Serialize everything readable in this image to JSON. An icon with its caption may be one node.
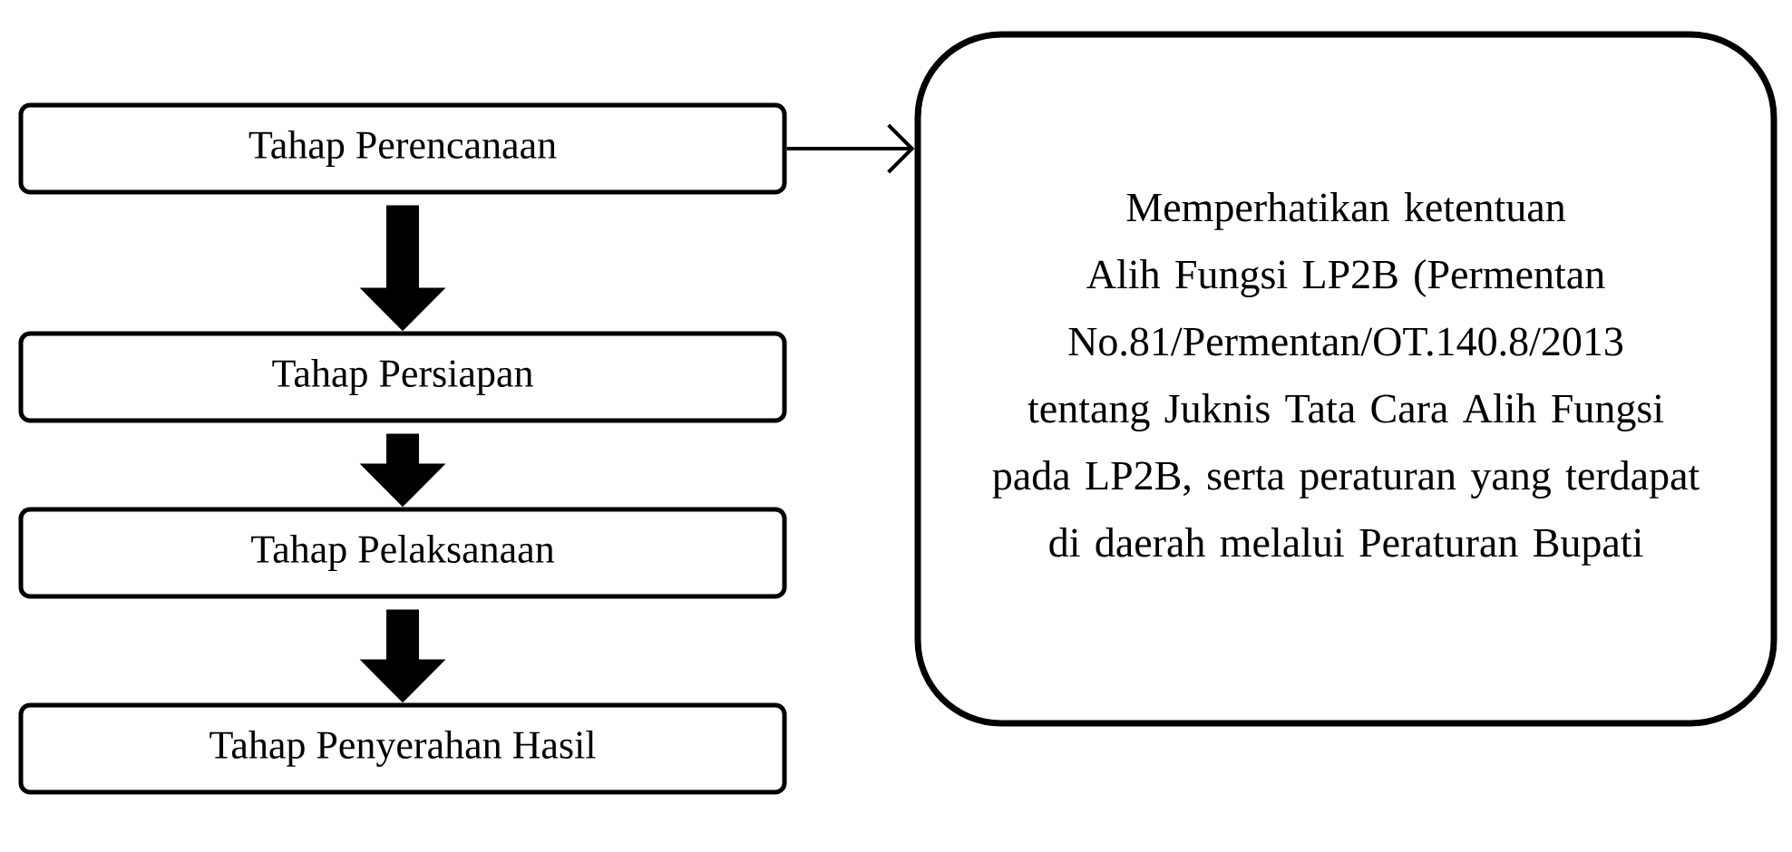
{
  "diagram": {
    "nodes": [
      {
        "text": [
          "Tahap Perencanaan"
        ]
      },
      {
        "text": [
          "Tahap Persiapan"
        ]
      },
      {
        "text": [
          "Tahap Pelaksanaan"
        ]
      },
      {
        "text": [
          "Tahap Penyerahan Hasil"
        ]
      },
      {
        "text": [
          "Memperhatikan ketentuan Alih Fungsi LP2B (Permentan No.81/Permentan/OT.140.8/2013 tentang Juknis Tata Cara Alih Fungsi pada LP2B, serta peraturan yang terdapat di daerah melalui Peraturan Bupati"
        ]
      }
    ],
    "edges": [
      {
        "from": 0,
        "to": 4,
        "arrow": "to"
      },
      {
        "from": 0,
        "to": 1,
        "arrow": "to"
      },
      {
        "from": 1,
        "to": 2,
        "arrow": "to"
      },
      {
        "from": 2,
        "to": 3,
        "arrow": "to"
      }
    ]
  }
}
